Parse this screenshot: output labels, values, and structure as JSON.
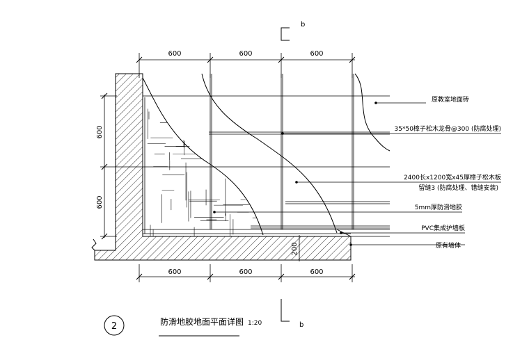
{
  "section_mark": {
    "top": "b",
    "bottom": "b"
  },
  "dimensions": {
    "top": [
      "600",
      "600",
      "600"
    ],
    "bottom": [
      "600",
      "600",
      "600"
    ],
    "left": [
      "600",
      "600"
    ],
    "wall_thickness": "200"
  },
  "callouts": [
    "原教室地面砖",
    "35*50樟子松木龙骨@300 (防腐处理)",
    "2400长x1200宽x45厚樟子松木板",
    "留缝3 (防腐处理、错缝安装)",
    "5mm厚防滑地胶",
    "PVC集成护墙板",
    "原有墙体"
  ],
  "title_block": {
    "number": "2",
    "title": "防滑地胶地面平面详图",
    "scale": "1:20"
  }
}
